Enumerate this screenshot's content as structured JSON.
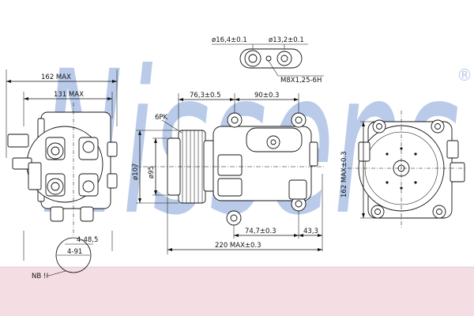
{
  "brand": {
    "watermark": "Nissens",
    "registered_mark": "®"
  },
  "colors": {
    "watermark": "#b9cbe9",
    "footer_band": "#f4dde3",
    "line": "#111111"
  },
  "dimensions": {
    "left_view": {
      "width_max": "162 MAX",
      "width_inner": "131 MAX",
      "hole_1": "4-48,5",
      "hole_2": "4-91",
      "note": "NB !!"
    },
    "pulley": {
      "belt": "6PK",
      "dia_outer": "ø107",
      "dia_inner": "ø95"
    },
    "side_view": {
      "offset_1": "76,3±0.5",
      "offset_2": "90±0.3",
      "mount_1": "74,7±0.3",
      "mount_2": "43,3",
      "length": "220 MAX±0.3"
    },
    "ports": {
      "port_1": "ø16,4±0.1",
      "port_2": "ø13,2±0.1",
      "thread": "M8X1,25-6H"
    },
    "right_view": {
      "height": "162 MAX±0.3"
    }
  }
}
